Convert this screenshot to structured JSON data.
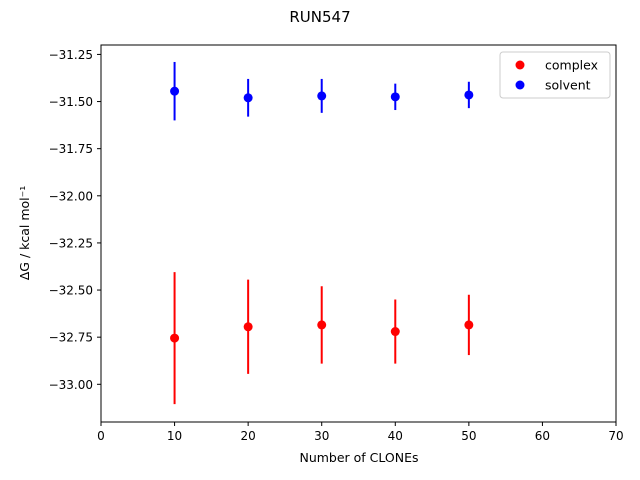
{
  "chart_data": {
    "type": "scatter",
    "title": "RUN547",
    "xlabel": "Number of CLONEs",
    "ylabel": "ΔG / kcal mol⁻¹",
    "xlim": [
      0,
      70
    ],
    "ylim": [
      -33.2,
      -31.2
    ],
    "x_ticks": [
      0,
      10,
      20,
      30,
      40,
      50,
      60,
      70
    ],
    "x_tick_labels": [
      "0",
      "10",
      "20",
      "30",
      "40",
      "50",
      "60",
      "70"
    ],
    "y_ticks": [
      -31.25,
      -31.5,
      -31.75,
      -32.0,
      -32.25,
      -32.5,
      -32.75,
      -33.0
    ],
    "y_tick_labels": [
      "−31.25",
      "−31.50",
      "−31.75",
      "−32.00",
      "−32.25",
      "−32.50",
      "−32.75",
      "−33.00"
    ],
    "grid": false,
    "legend_position": "top-right",
    "series": [
      {
        "name": "complex",
        "color": "#ff0000",
        "x": [
          10,
          20,
          30,
          40,
          50
        ],
        "y": [
          -32.755,
          -32.695,
          -32.685,
          -32.72,
          -32.685
        ],
        "yerr": [
          0.35,
          0.25,
          0.205,
          0.17,
          0.16
        ]
      },
      {
        "name": "solvent",
        "color": "#0000ff",
        "x": [
          10,
          20,
          30,
          40,
          50
        ],
        "y": [
          -31.445,
          -31.48,
          -31.47,
          -31.475,
          -31.465
        ],
        "yerr": [
          0.155,
          0.1,
          0.09,
          0.07,
          0.07
        ]
      }
    ]
  }
}
